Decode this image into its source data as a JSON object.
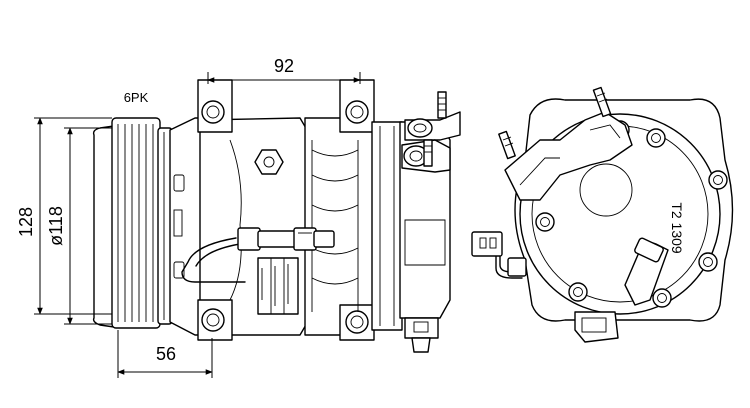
{
  "labels": {
    "belt": "6PK",
    "dim_width": "92",
    "dim_height": "128",
    "dim_pulley": "ø118",
    "dim_depth": "56",
    "plate_code": "T2 1309"
  },
  "colors": {
    "line": "#000000",
    "background": "#ffffff"
  }
}
